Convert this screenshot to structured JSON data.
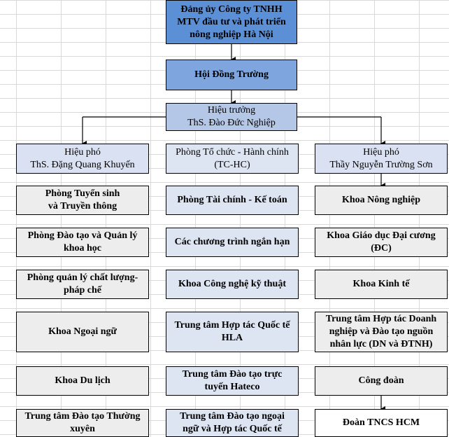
{
  "top": {
    "label": "Đảng ủy Công ty TNHH\nMTV đầu tư và phát triển\nnông nghiệp Hà Nội"
  },
  "board": {
    "label": "Hội Đồng Trường"
  },
  "principal": {
    "label": "Hiệu trưởng\nThS. Đào Đức Nghiệp"
  },
  "left": {
    "head": "Hiệu phó\nThS. Đặng Quang Khuyến",
    "items": [
      "Phòng Tuyển sinh\nvà Truyền thông",
      "Phòng Đào tạo và Quản lý\nkhoa học",
      "Phòng quản lý chất lượng-\npháp chế",
      "Khoa Ngoại ngữ",
      "Khoa Du lịch",
      "Trung tâm Đào tạo Thường\nxuyên"
    ]
  },
  "middle": {
    "head": "Phòng Tổ chức - Hành chính\n(TC-HC)",
    "items": [
      "Phòng Tài chính - Kế toán",
      "Các chương trình ngắn hạn",
      "Khoa Công nghệ kỹ thuật",
      "Trung tâm Hợp tác Quốc tế\nHLA",
      "Trung tâm Đào tạo trực\ntuyến Hateco",
      "Trung tâm Đào tạo ngoại\nngữ và Hợp tác Quốc tế"
    ]
  },
  "right": {
    "head": "Hiệu phó\nThầy Nguyễn Trường Sơn",
    "items": [
      "Khoa Nông nghiệp",
      "Khoa Giáo dục Đại cương\n(ĐC)",
      "Khoa Kinh tế",
      "Trung tâm Hợp tác Doanh\nnghiệp và Đào tạo nguồn\nnhân lực (DN và ĐTNH)",
      "Công đoàn",
      "Đoàn TNCS HCM"
    ]
  }
}
